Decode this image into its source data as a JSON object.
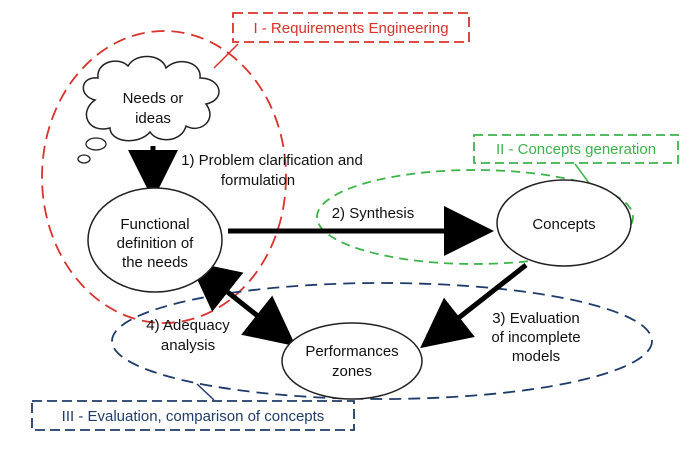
{
  "phases": {
    "requirements": {
      "label": "I - Requirements Engineering",
      "color": "#d9322a"
    },
    "concepts_generation": {
      "label": "II - Concepts generation",
      "color": "#3cb44a"
    },
    "evaluation": {
      "label": "III - Evaluation, comparison of concepts",
      "color": "#1f3b6b"
    }
  },
  "nodes": {
    "needs_ideas": {
      "line1": "Needs or",
      "line2": "ideas"
    },
    "functional_definition": {
      "line1": "Functional",
      "line2": "definition of",
      "line3": "the needs"
    },
    "concepts": {
      "line1": "Concepts"
    },
    "performance_zones": {
      "line1": "Performances",
      "line2": "zones"
    }
  },
  "steps": {
    "problem_clarification": {
      "line1": "1) Problem clarification and",
      "line2": "formulation"
    },
    "synthesis": {
      "line1": "2) Synthesis"
    },
    "evaluation": {
      "line1": "3) Evaluation",
      "line2": "of incomplete",
      "line3": "models"
    },
    "adequacy": {
      "line1": "4) Adequacy",
      "line2": "analysis"
    }
  },
  "colors": {
    "arrow": "#000000",
    "text": "#111111"
  }
}
